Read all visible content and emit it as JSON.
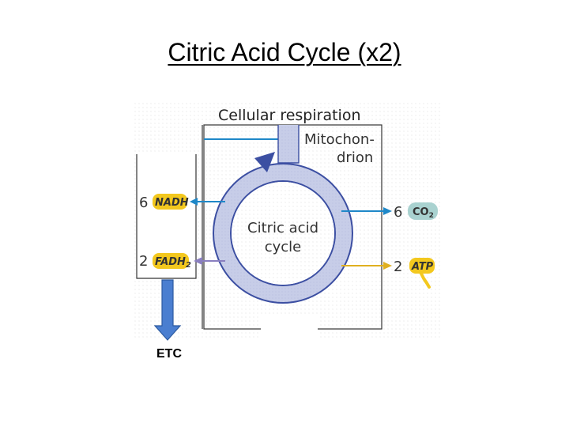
{
  "slide": {
    "title": "Citric Acid Cycle (x2)"
  },
  "figure": {
    "header": "Cellular respiration",
    "organelle_line1": "Mitochon-",
    "organelle_line2": "drion",
    "cycle_line1": "Citric acid",
    "cycle_line2": "cycle",
    "nadh": {
      "count": "6",
      "label": "NADH"
    },
    "fadh2": {
      "count": "2",
      "label": "FADH",
      "subscript": "2"
    },
    "co2": {
      "count": "6",
      "label": "CO",
      "subscript": "2"
    },
    "atp": {
      "count": "2",
      "label": "ATP"
    },
    "etc_label": "ETC"
  },
  "colors": {
    "cycle_fill": "#c5cbe6",
    "cycle_stroke": "#3c4fa2",
    "nadh_arrow": "#1f88c8",
    "fadh2_arrow": "#8a7fc0",
    "atp_arrow": "#e0b020",
    "co2_badge": "#a9d2d0",
    "energy_badge": "#f3c81e",
    "etc_arrow": "#4a7ed0"
  }
}
